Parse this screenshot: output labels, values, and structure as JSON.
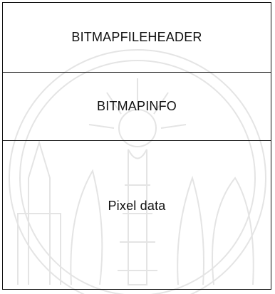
{
  "diagram": {
    "blocks": [
      {
        "label": "BITMAPFILEHEADER"
      },
      {
        "label": "BITMAPINFO"
      },
      {
        "label": "Pixel data"
      }
    ]
  },
  "watermark": {
    "icon": "university-seal-watermark-icon",
    "color": "#b9b9b9"
  }
}
